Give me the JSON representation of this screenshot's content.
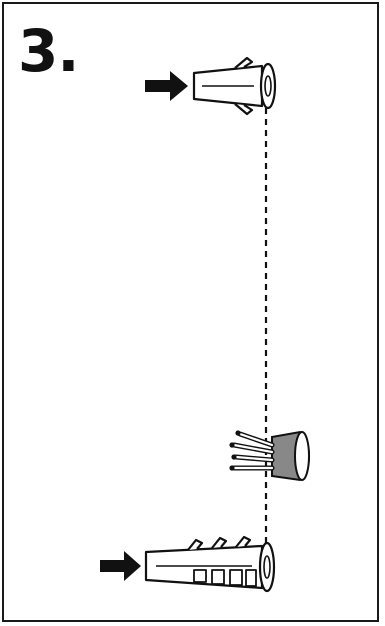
{
  "step": {
    "number_label": "3."
  },
  "illustration": {
    "parts": [
      "wall-plug-top",
      "arrow-top",
      "alignment-line",
      "cable-bundle",
      "wall-plug-bottom",
      "arrow-bottom"
    ]
  }
}
